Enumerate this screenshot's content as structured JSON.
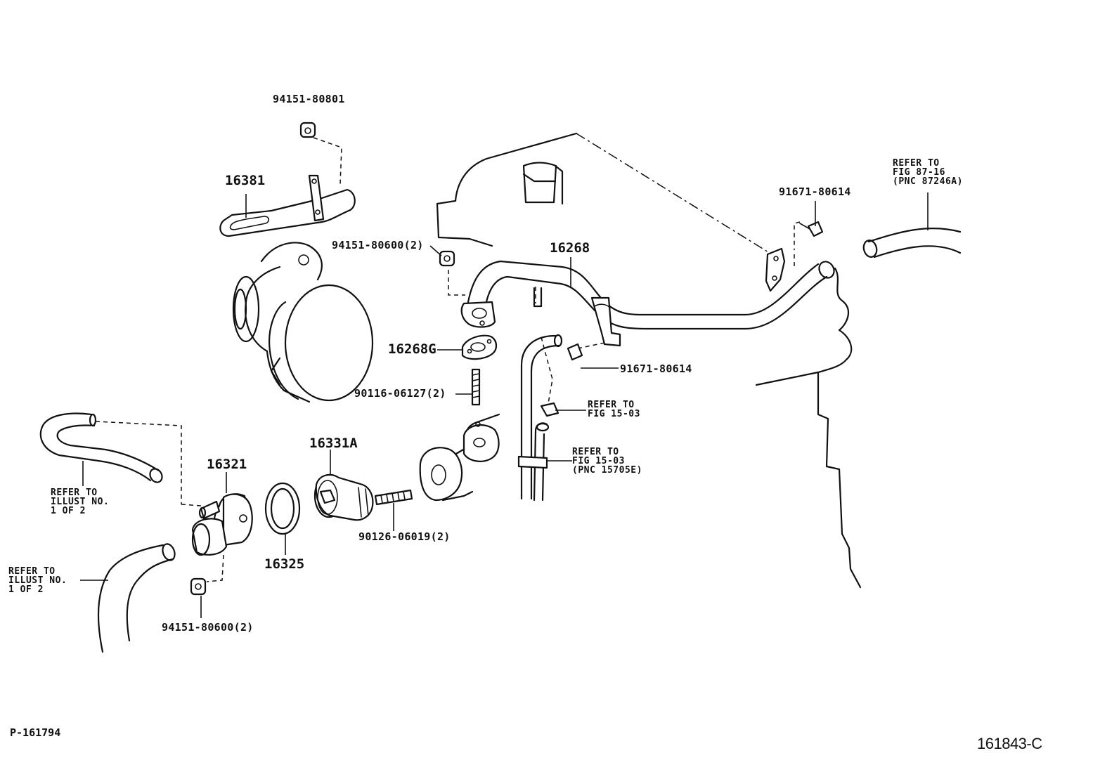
{
  "labels": {
    "p94151_80801": "94151-80801",
    "p16381": "16381",
    "p94151_80600_top": "94151-80600(2)",
    "p16268": "16268",
    "p91671_80614_top": "91671-80614",
    "p16268g": "16268G",
    "p91671_80614_mid": "91671-80614",
    "p90116_06127": "90116-06127(2)",
    "p16331a": "16331A",
    "p16321": "16321",
    "p16325": "16325",
    "p90126_06019": "90126-06019(2)",
    "p94151_80600_bottom": "94151-80600(2)"
  },
  "refs": {
    "ref_fig87": "REFER TO\nFIG 87-16\n(PNC 87246A)",
    "ref_fig15_a": "REFER TO\nFIG 15-03",
    "ref_fig15_b": "REFER TO\nFIG 15-03\n(PNC 15705E)",
    "ref_illust_upper": "REFER TO\nILLUST NO.\n1 OF 2",
    "ref_illust_lower": "REFER TO\nILLUST NO.\n1 OF 2"
  },
  "footer": {
    "left_code": "P-161794",
    "right_code": "161843-C"
  }
}
